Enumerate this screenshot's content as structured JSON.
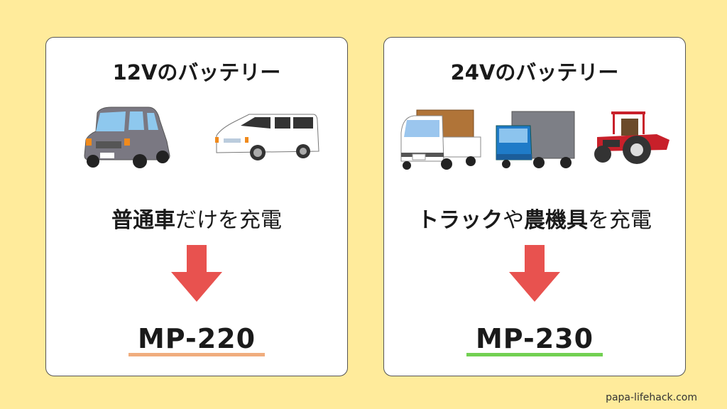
{
  "panels": [
    {
      "title": "12Vのバッテリー",
      "desc": [
        {
          "t": "普通車",
          "b": true
        },
        {
          "t": "だけを充電",
          "b": false
        }
      ],
      "model": "MP-220",
      "underline_color": "#f0ad7e",
      "vehicles": [
        "compact-car",
        "minivan"
      ]
    },
    {
      "title": "24Vのバッテリー",
      "desc": [
        {
          "t": "トラック",
          "b": true
        },
        {
          "t": "や",
          "b": false
        },
        {
          "t": "農機具",
          "b": true
        },
        {
          "t": "を充電",
          "b": false
        }
      ],
      "model": "MP-230",
      "underline_color": "#72d052",
      "vehicles": [
        "kei-truck",
        "box-truck",
        "tractor"
      ]
    }
  ],
  "arrow_color": "#e8524f",
  "footer": "papa-lifehack.com"
}
